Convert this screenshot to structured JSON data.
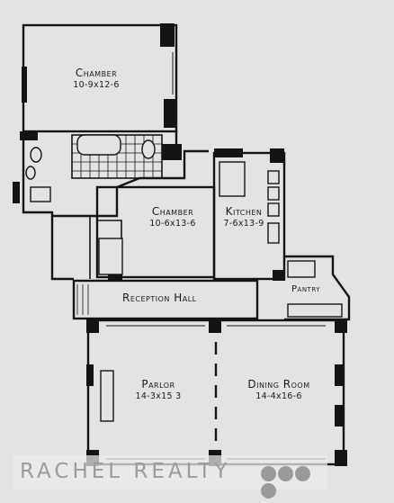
{
  "rooms": {
    "chamber_1": {
      "name": "Chamber",
      "dims": "10-9x12-6"
    },
    "chamber_2": {
      "name": "Chamber",
      "dims": "10-6x13-6"
    },
    "kitchen": {
      "name": "Kitchen",
      "dims": "7-6x13-9"
    },
    "reception_hall": {
      "name": "Reception Hall"
    },
    "pantry": {
      "name": "Pantry"
    },
    "parlor": {
      "name": "Parlor",
      "dims": "14-3x15 3"
    },
    "dining_room": {
      "name": "Dining Room",
      "dims": "14-4x16-6"
    }
  },
  "watermark": {
    "text": "RACHEL REALTY"
  },
  "colors": {
    "ink": "#141414",
    "paper": "#e4e3e1",
    "watermark": "#9b9b9b"
  }
}
